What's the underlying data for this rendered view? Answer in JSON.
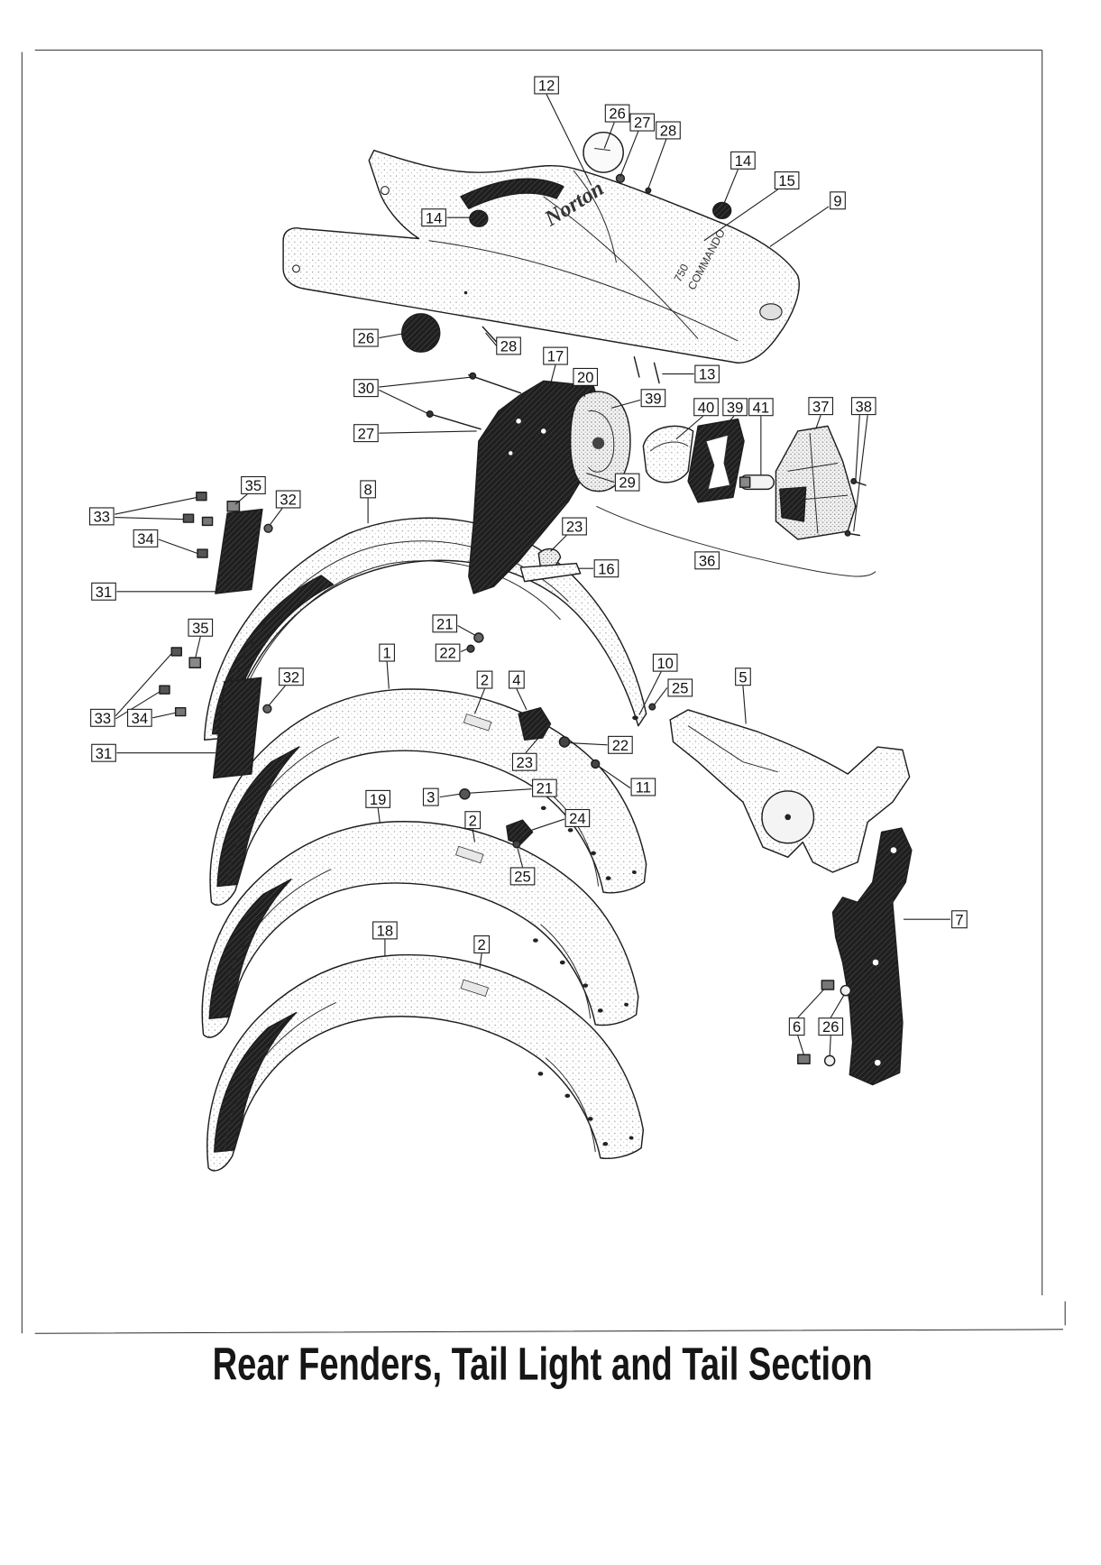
{
  "caption": "Rear Fenders, Tail Light and Tail Section",
  "decals": {
    "logo": "Norton",
    "badge_number": "750",
    "badge_text": "COMMANDO"
  },
  "callouts": [
    "12",
    "26",
    "27",
    "28",
    "14",
    "15",
    "9",
    "14",
    "26",
    "28",
    "17",
    "20",
    "30",
    "13",
    "39",
    "40",
    "39",
    "41",
    "37",
    "38",
    "27",
    "29",
    "35",
    "8",
    "33",
    "32",
    "34",
    "23",
    "36",
    "16",
    "31",
    "21",
    "22",
    "35",
    "1",
    "10",
    "25",
    "32",
    "2",
    "4",
    "5",
    "33",
    "34",
    "22",
    "31",
    "23",
    "11",
    "3",
    "21",
    "19",
    "2",
    "24",
    "25",
    "7",
    "18",
    "2",
    "6",
    "26"
  ],
  "colors": {
    "ink": "#1e1e1e",
    "paper": "#ffffff",
    "dark_parts": "#222222"
  }
}
